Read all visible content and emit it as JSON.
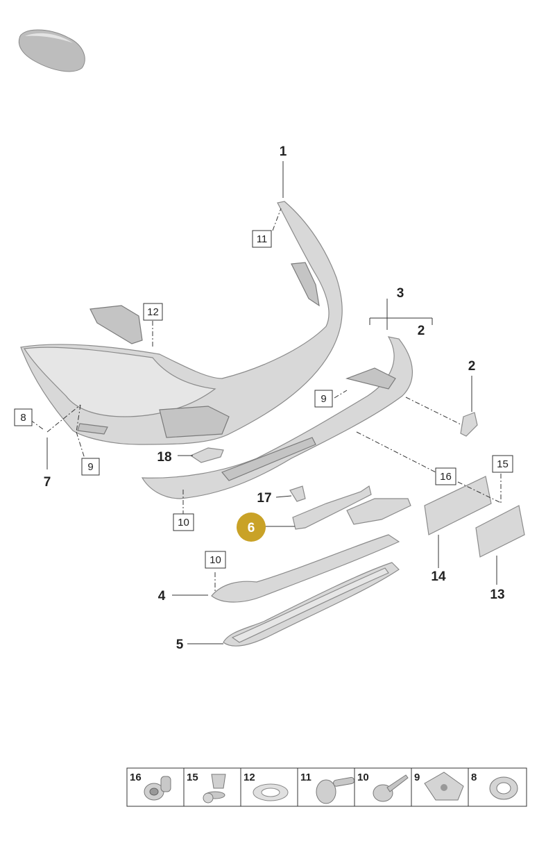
{
  "callouts": {
    "c1": "1",
    "c2a": "2",
    "c2b": "2",
    "c3": "3",
    "c4": "4",
    "c5": "5",
    "c6": "6",
    "c7": "7",
    "c13": "13",
    "c14": "14",
    "c17": "17",
    "c18": "18"
  },
  "boxed": {
    "b8": "8",
    "b9a": "9",
    "b9b": "9",
    "b10a": "10",
    "b10b": "10",
    "b11": "11",
    "b12": "12",
    "b15": "15",
    "b16": "16"
  },
  "selected_part": "6",
  "legend": [
    {
      "num": "16",
      "icon": "rivet-nut-icon"
    },
    {
      "num": "15",
      "icon": "expanding-clip-icon"
    },
    {
      "num": "12",
      "icon": "retaining-ring-icon"
    },
    {
      "num": "11",
      "icon": "plastic-rivet-icon"
    },
    {
      "num": "10",
      "icon": "screw-icon"
    },
    {
      "num": "9",
      "icon": "clip-nut-icon"
    },
    {
      "num": "8",
      "icon": "grommet-icon"
    }
  ],
  "colors": {
    "highlight": "#c9a227",
    "part_fill": "#d8d8d8",
    "line": "#333333"
  }
}
